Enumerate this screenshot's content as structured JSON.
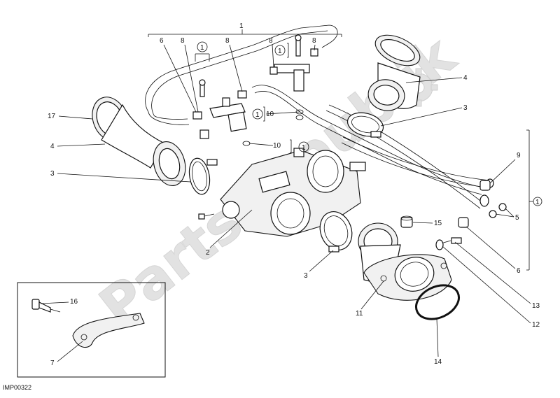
{
  "diagram": {
    "drawing_code": "IMP00322",
    "watermark": "PartsRepublik",
    "group_marker": "1",
    "callouts": {
      "c1_top": "1",
      "c6_top": "6",
      "c8_a": "8",
      "c8_b": "8",
      "c8_c": "8",
      "c8_d": "8",
      "c17": "17",
      "c4_left": "4",
      "c3_left": "3",
      "c10_a": "10",
      "c10_b": "10",
      "c4_right": "4",
      "c3_right": "3",
      "c9": "9",
      "c5": "5",
      "c6_right": "6",
      "c15": "15",
      "c2": "2",
      "c3_bottom": "3",
      "c11": "11",
      "c13": "13",
      "c12": "12",
      "c14": "14",
      "c16": "16",
      "c7": "7"
    }
  }
}
